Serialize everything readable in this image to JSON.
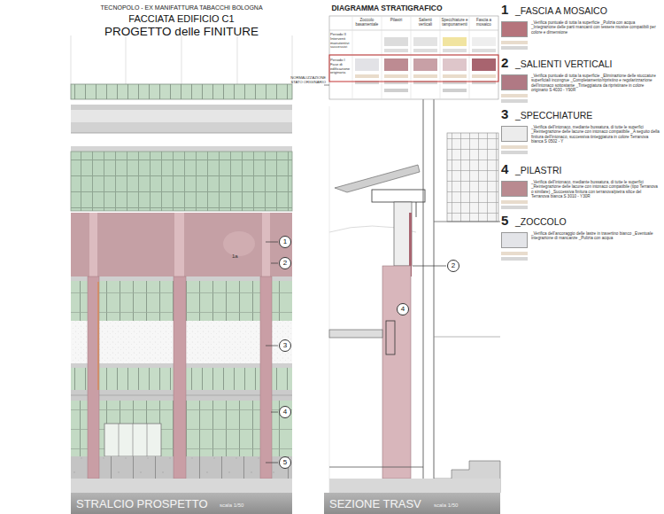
{
  "diagram": {
    "title": "PROGETTO delle FINITURE",
    "nodes": [
      {
        "text": [
          "1"
        ]
      },
      {
        "text": [
          "2"
        ]
      },
      {
        "text": [
          "3"
        ]
      },
      {
        "text": [
          "4"
        ]
      },
      {
        "text": [
          "5"
        ]
      },
      {
        "text": [
          "2"
        ]
      },
      {
        "text": [
          "4"
        ]
      }
    ],
    "labels": [
      "TECNOPOLO - EX MANIFATTURA TABACCHI BOLOGNA",
      "FACCIATA EDIFICIO C1",
      "DIAGRAMMA STRATIGRAFICO",
      "Zoccolo basamentale",
      "Pilastri",
      "Salienti verticali",
      "Specchiature e tamponamenti",
      "Fascia a mosaico",
      "Periodo II Interventi manutentivi successivi",
      "Periodo I Fase di edificazione originaria",
      "NORMALIZZAZIONE STATO ORIGINARIO",
      "1",
      "_Verifica puntuale di tutta la superficie _Pulizia con acqua _Integrazione delle parti mancanti con tessere musive compatibili per colore e dimensione",
      "2",
      "_Verifica puntuale di tutta la superficie _Eliminazione delle stuccature superficiali incongrue _Completamento/ripristino e regolarizzazione dell'intonaco sottostante _Tinteggiatura da ripristinare in colore originario S 4030 - Y90R",
      "3",
      "_Verifica dell'intonaco, mediante bussatura, di tutte le superfici _Reintegrazione delle lacune con intonaco compatibile _A seguito della finitura dell'intonaco, successiva tinteggiatura in colore Terranova bianca S 0502 - Y",
      "4",
      "_Verifica dell'intonaco, mediante bussatura, di tutte le superfici _Reintegrazione delle lacune con intonaco compatibile (tipo Terranova o similare) _Successiva finitura con terranova/pietra silice del Terranova bianca S 3010 - Y30R",
      "5",
      "_Verifica dell'ancoraggio delle lastre in travertino bianco _Eventuale integrazione di mancanze _Pulizia con acqua",
      "1a",
      "STRALCIO PROSPETTO",
      "scala 1/50",
      "SEZIONE TRASV",
      "scala 1/50"
    ],
    "legend": [
      {
        "text": "_FASCIA A MOSAICO",
        "color": "#b5747c"
      },
      {
        "text": "_SALIENTI VERTICALI",
        "color": "#b07984"
      },
      {
        "text": "_SPECCHIATURE",
        "color": "#ececec"
      },
      {
        "text": "_PILASTRI",
        "color": "#b98a90"
      },
      {
        "text": "_ZOCCOLO",
        "color": "#e3e4e8"
      }
    ]
  }
}
